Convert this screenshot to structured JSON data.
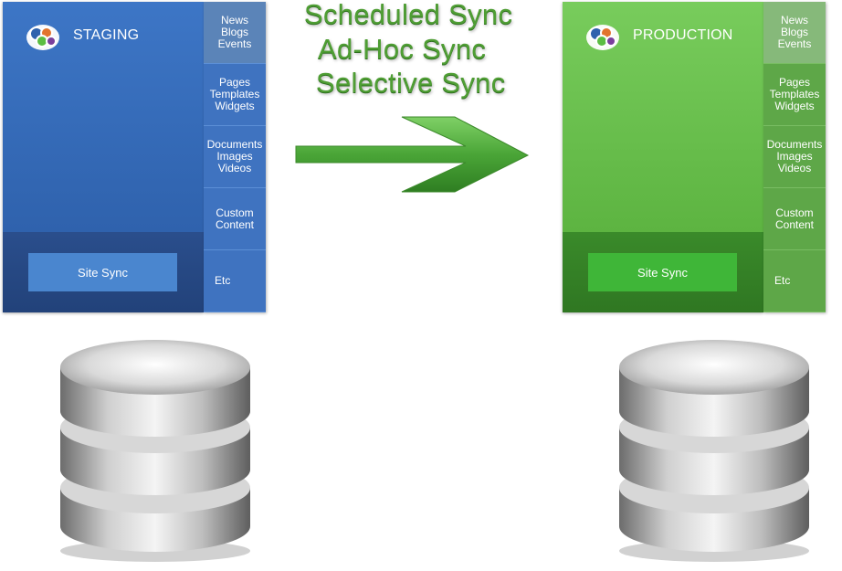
{
  "headings": [
    "Scheduled Sync",
    "Ad-Hoc Sync",
    "Selective Sync"
  ],
  "staging": {
    "title": "STAGING",
    "button": "Site Sync",
    "sidebar": [
      {
        "lines": [
          "News",
          "Blogs",
          "Events"
        ]
      },
      {
        "lines": [
          "Pages",
          "Templates",
          "Widgets"
        ]
      },
      {
        "lines": [
          "Documents",
          "Images",
          "Videos"
        ]
      },
      {
        "lines": [
          "Custom",
          "Content"
        ]
      },
      {
        "lines": [
          "Etc"
        ]
      }
    ]
  },
  "production": {
    "title": "PRODUCTION",
    "button": "Site Sync",
    "sidebar": [
      {
        "lines": [
          "News",
          "Blogs",
          "Events"
        ]
      },
      {
        "lines": [
          "Pages",
          "Templates",
          "Widgets"
        ]
      },
      {
        "lines": [
          "Documents",
          "Images",
          "Videos"
        ]
      },
      {
        "lines": [
          "Custom",
          "Content"
        ]
      },
      {
        "lines": [
          "Etc"
        ]
      }
    ]
  },
  "colors": {
    "staging_accent": "#3d76c6",
    "production_accent": "#6cc450",
    "heading_green": "#4f9e34",
    "arrow_green": "#4aa537"
  },
  "icons": [
    "logo-icon",
    "sync-arrow-icon",
    "database-icon"
  ]
}
